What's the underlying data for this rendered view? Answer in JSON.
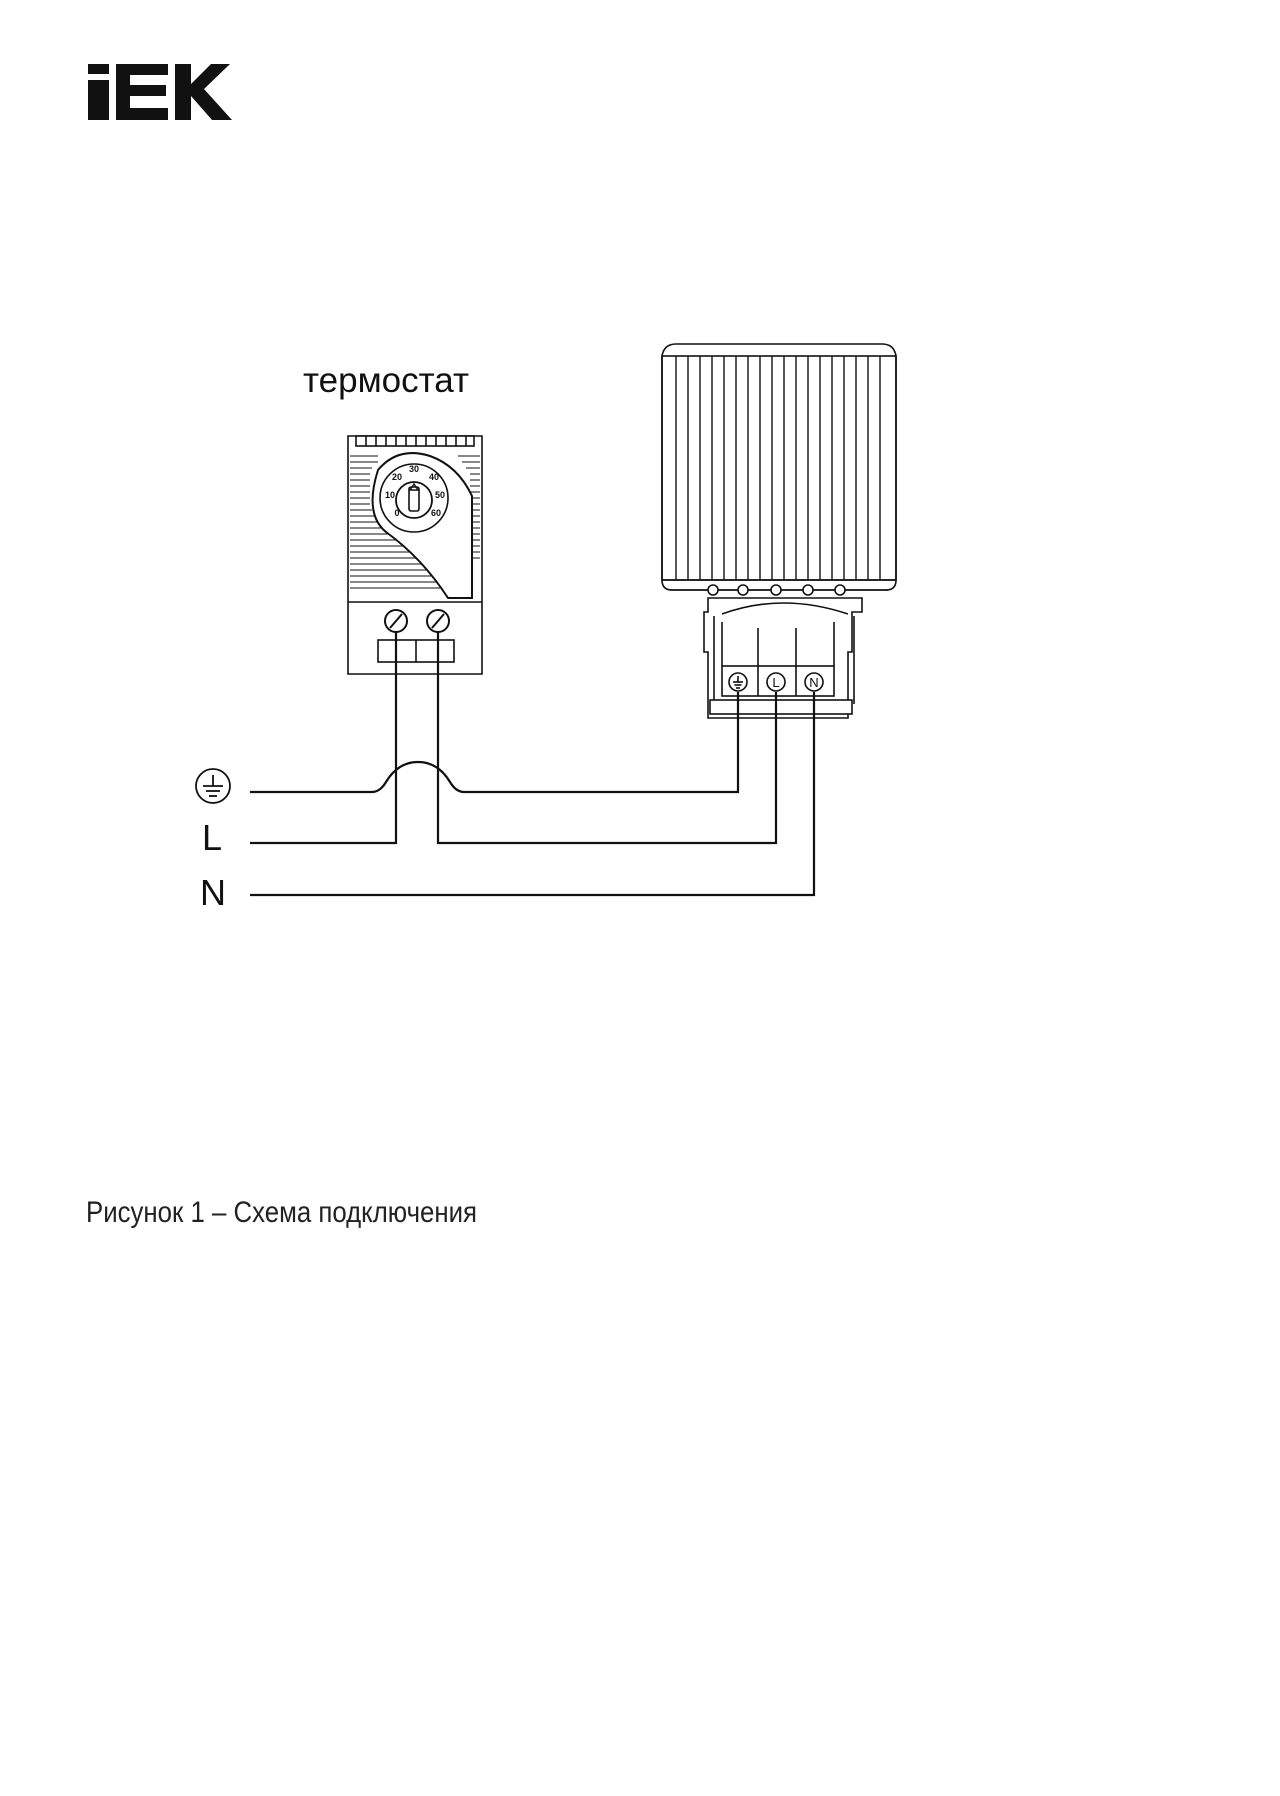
{
  "brand": {
    "logo_text": "IEK"
  },
  "thermostat": {
    "label": "термостат",
    "dial_scale": [
      "0",
      "10",
      "20",
      "30",
      "40",
      "50",
      "60"
    ]
  },
  "lines": {
    "earth_icon": "earth-ground-icon",
    "phase": "L",
    "neutral": "N"
  },
  "heater": {
    "terminals": [
      "earth-ground-icon",
      "L",
      "N"
    ]
  },
  "caption": "Рисунок 1 – Схема подключения",
  "colors": {
    "ink": "#111111",
    "body": "#ffffff",
    "panel": "#f7f7f7"
  }
}
